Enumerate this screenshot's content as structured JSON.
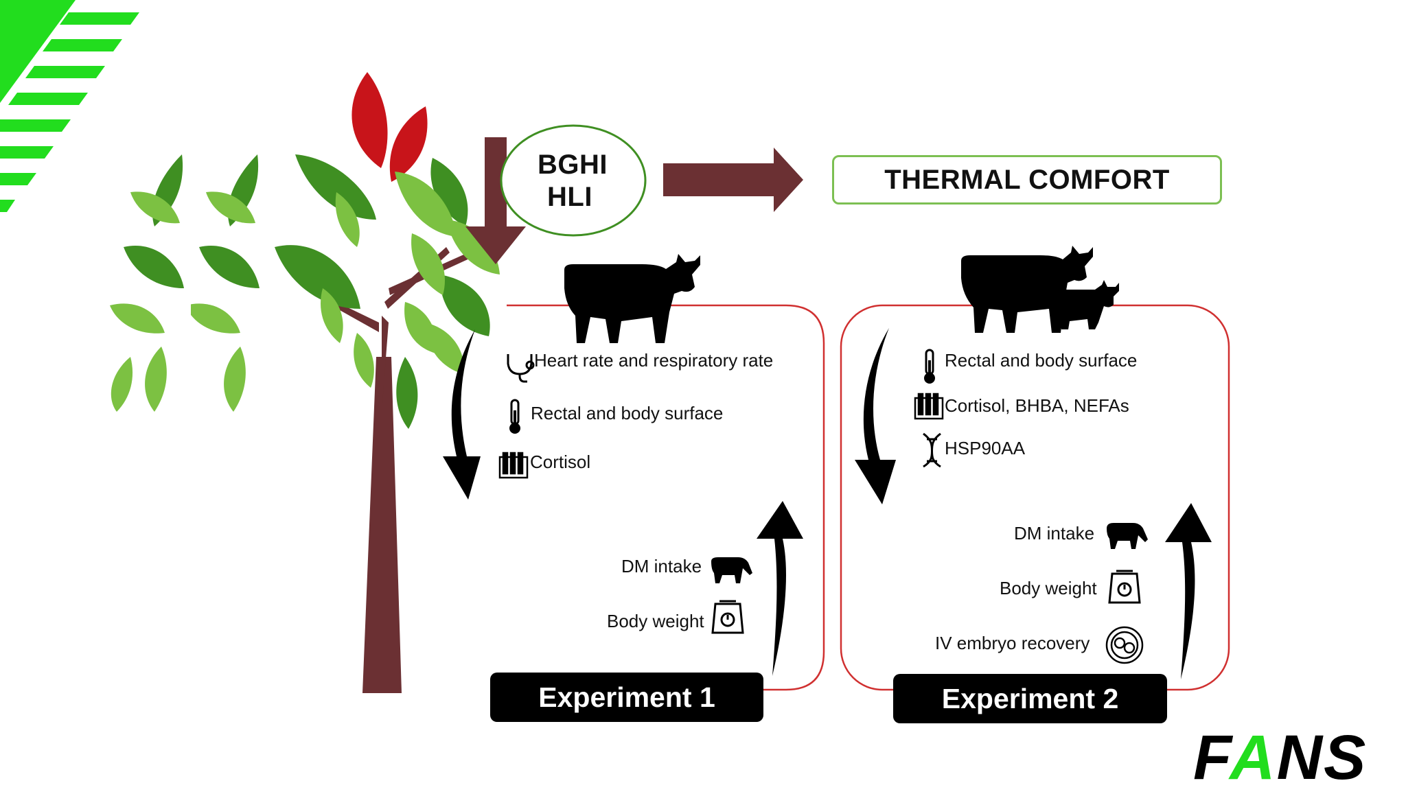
{
  "diagram": {
    "index_labels": [
      "BGHI",
      "HLI"
    ],
    "outcome_box": "THERMAL COMFORT",
    "experiment1": {
      "title": "Experiment 1",
      "measures_down": [
        {
          "icon": "stethoscope-icon",
          "text": "Heart rate and respiratory rate"
        },
        {
          "icon": "thermometer-icon",
          "text": "Rectal and body surface"
        },
        {
          "icon": "test-tubes-icon",
          "text": "Cortisol"
        }
      ],
      "measures_up": [
        {
          "icon": "grazing-cow-icon",
          "text": "DM intake"
        },
        {
          "icon": "scale-icon",
          "text": "Body weight"
        }
      ]
    },
    "experiment2": {
      "title": "Experiment 2",
      "measures_down": [
        {
          "icon": "thermometer-icon",
          "text": "Rectal and body surface"
        },
        {
          "icon": "test-tubes-icon",
          "text": "Cortisol, BHBA, NEFAs"
        },
        {
          "icon": "dna-icon",
          "text": "HSP90AA"
        }
      ],
      "measures_up": [
        {
          "icon": "grazing-cow-icon",
          "text": "DM intake"
        },
        {
          "icon": "scale-icon",
          "text": "Body weight"
        },
        {
          "icon": "embryo-icon",
          "text": "IV embryo recovery"
        }
      ]
    }
  },
  "brand": {
    "logo_text": [
      "F",
      "A",
      "N",
      "S"
    ]
  },
  "colors": {
    "accent_green": "#22dd1e",
    "leaf_dark": "#3f8f22",
    "leaf_light": "#7cc142",
    "flower_red": "#c8141a",
    "trunk_brown": "#6b3033",
    "box_red": "#d03030"
  }
}
